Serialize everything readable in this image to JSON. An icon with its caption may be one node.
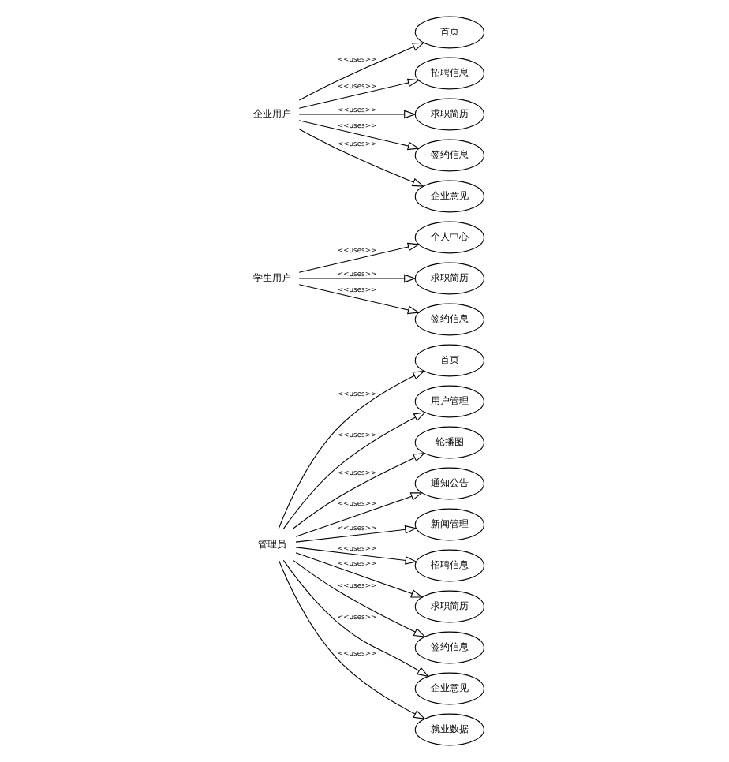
{
  "diagram": {
    "nodes": [
      {
        "text": [
          "管理员"
        ]
      },
      {
        "text": [
          "首页"
        ]
      },
      {
        "text": [
          "用户管理"
        ]
      },
      {
        "text": [
          "轮播图"
        ]
      },
      {
        "text": [
          "通知公告"
        ]
      },
      {
        "text": [
          "新闻管理"
        ]
      },
      {
        "text": [
          "招聘信息"
        ]
      },
      {
        "text": [
          "求职简历"
        ]
      },
      {
        "text": [
          "签约信息"
        ]
      },
      {
        "text": [
          "企业意见"
        ]
      },
      {
        "text": [
          "就业数据"
        ]
      },
      {
        "text": [
          "学生用户"
        ]
      },
      {
        "text": [
          "个人中心"
        ]
      },
      {
        "text": [
          "求职简历"
        ]
      },
      {
        "text": [
          "签约信息"
        ]
      },
      {
        "text": [
          "企业用户"
        ]
      },
      {
        "text": [
          "首页"
        ]
      },
      {
        "text": [
          "招聘信息"
        ]
      },
      {
        "text": [
          "求职简历"
        ]
      },
      {
        "text": [
          "签约信息"
        ]
      },
      {
        "text": [
          "企业意见"
        ]
      }
    ],
    "edges": [
      {
        "from": 0,
        "to": 1,
        "arrow": "to",
        "label": "<<uses>>"
      },
      {
        "from": 0,
        "to": 2,
        "arrow": "to",
        "label": "<<uses>>"
      },
      {
        "from": 0,
        "to": 3,
        "arrow": "to",
        "label": "<<uses>>"
      },
      {
        "from": 0,
        "to": 4,
        "arrow": "to",
        "label": "<<uses>>"
      },
      {
        "from": 0,
        "to": 5,
        "arrow": "to",
        "label": "<<uses>>"
      },
      {
        "from": 0,
        "to": 6,
        "arrow": "to",
        "label": "<<uses>>"
      },
      {
        "from": 0,
        "to": 7,
        "arrow": "to",
        "label": "<<uses>>"
      },
      {
        "from": 0,
        "to": 8,
        "arrow": "to",
        "label": "<<uses>>"
      },
      {
        "from": 0,
        "to": 9,
        "arrow": "to",
        "label": "<<uses>>"
      },
      {
        "from": 0,
        "to": 10,
        "arrow": "to",
        "label": "<<uses>>"
      },
      {
        "from": 11,
        "to": 12,
        "arrow": "to",
        "label": "<<uses>>"
      },
      {
        "from": 11,
        "to": 13,
        "arrow": "to",
        "label": "<<uses>>"
      },
      {
        "from": 11,
        "to": 14,
        "arrow": "to",
        "label": "<<uses>>"
      },
      {
        "from": 15,
        "to": 16,
        "arrow": "to",
        "label": "<<uses>>"
      },
      {
        "from": 15,
        "to": 17,
        "arrow": "to",
        "label": "<<uses>>"
      },
      {
        "from": 15,
        "to": 18,
        "arrow": "to",
        "label": "<<uses>>"
      },
      {
        "from": 15,
        "to": 19,
        "arrow": "to",
        "label": "<<uses>>"
      },
      {
        "from": 15,
        "to": 20,
        "arrow": "to",
        "label": "<<uses>>"
      }
    ]
  }
}
